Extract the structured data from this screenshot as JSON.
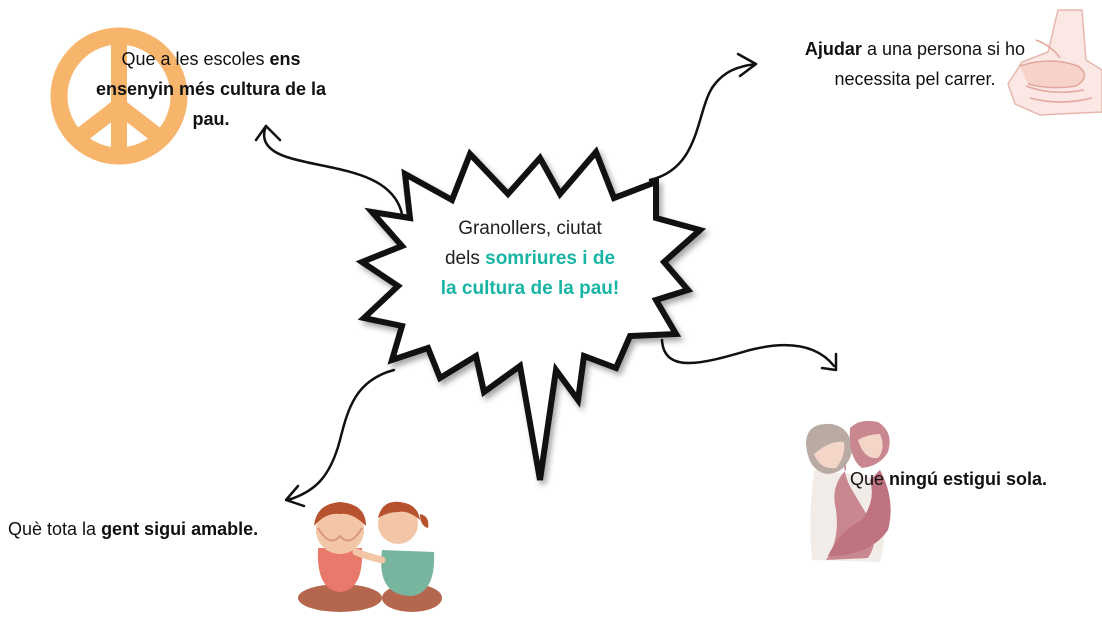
{
  "center": {
    "line1": "Granollers, ciutat",
    "line2_pre": "dels ",
    "line2_accent": "somriures i de",
    "line3_accent": "la cultura de la pau!"
  },
  "notes": {
    "top_left": {
      "pre": "Que a les escoles ",
      "bold1": "ens",
      "bold2": "ensenyin més cultura de la",
      "bold3": "pau."
    },
    "top_right": {
      "bold": "Ajudar",
      "rest": " a una persona si ho",
      "line2": "necessita pel carrer."
    },
    "bottom_right": {
      "pre": "Que ",
      "bold": "ningú estigui sola."
    },
    "bottom_left": {
      "pre": "Què tota la ",
      "bold": "gent sigui amable."
    }
  },
  "icons": {
    "peace": "peace-symbol-icon",
    "hands": "helping-hands-icon",
    "hug": "hug-illustration-icon",
    "kids": "children-illustration-icon"
  },
  "colors": {
    "accent": "#19b5a4",
    "peace": "#f7b46b",
    "hands": "#f4c7c0",
    "hug_back": "#c9878f",
    "kid_red": "#e8796b",
    "kid_green": "#78b59f"
  }
}
